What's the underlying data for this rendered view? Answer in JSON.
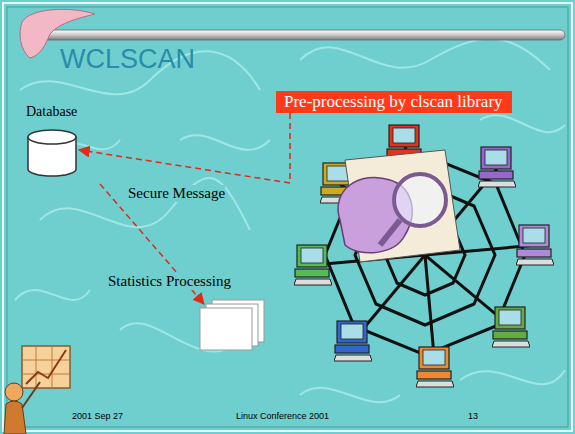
{
  "diagram": {
    "title": "WCLSCAN",
    "nodes": [
      {
        "text": [
          "Database"
        ]
      },
      {
        "text": [
          "Pre-processing by clscan library"
        ]
      }
    ],
    "edges": [
      {
        "from": 1,
        "to": 0,
        "label": "Secure Message",
        "arrow": "to"
      }
    ],
    "labels": [
      "Statistics Processing",
      "2001 Sep 27",
      "Linux Conference 2001",
      "13"
    ]
  }
}
